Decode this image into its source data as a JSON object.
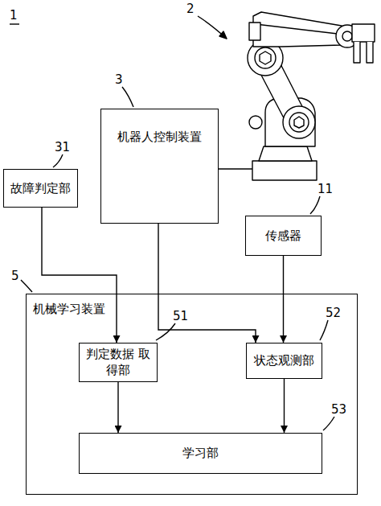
{
  "diagram": {
    "nodes": [
      {
        "text": [
          "机器人控制装置"
        ]
      },
      {
        "text": [
          "故障判定部"
        ]
      },
      {
        "text": [
          "传感器"
        ]
      },
      {
        "text": [
          "机械学习装置"
        ]
      },
      {
        "text": [
          "判定数据 取得部"
        ],
        "in": 3
      },
      {
        "text": [
          "状态观测部"
        ],
        "in": 3
      },
      {
        "text": [
          "学习部"
        ],
        "in": 3
      }
    ],
    "edges": [
      {
        "from": 1,
        "to": 4,
        "arrow": "to"
      },
      {
        "from": 0,
        "to": 5,
        "arrow": "to"
      },
      {
        "from": 2,
        "to": 5,
        "arrow": "to"
      },
      {
        "from": 4,
        "to": 6,
        "arrow": "to"
      },
      {
        "from": 5,
        "to": 6,
        "arrow": "to"
      }
    ],
    "labels": [
      "1",
      "2",
      "3",
      "31",
      "11",
      "5",
      "51",
      "52",
      "53"
    ]
  }
}
